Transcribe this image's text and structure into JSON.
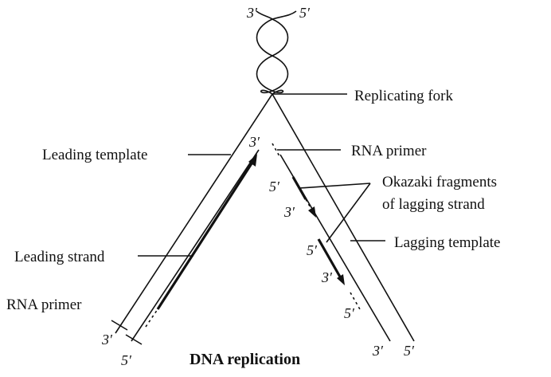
{
  "labels": {
    "replicating_fork": "Replicating fork",
    "leading_template": "Leading template",
    "rna_primer_right": "RNA primer",
    "okazaki_line1": "Okazaki fragments",
    "okazaki_line2": "of lagging strand",
    "lagging_template": "Lagging template",
    "leading_strand": "Leading strand",
    "rna_primer_left": "RNA primer"
  },
  "ends": {
    "top_3": "3′",
    "top_5": "5′",
    "inner_3": "3′",
    "frag1_5": "5′",
    "frag1_3": "3′",
    "frag2_5": "5′",
    "frag2_3": "3′",
    "frag3_5": "5′",
    "left_3": "3′",
    "left_5": "5′",
    "bottom_3": "3′",
    "bottom_5": "5′"
  },
  "caption": "DNA replication"
}
